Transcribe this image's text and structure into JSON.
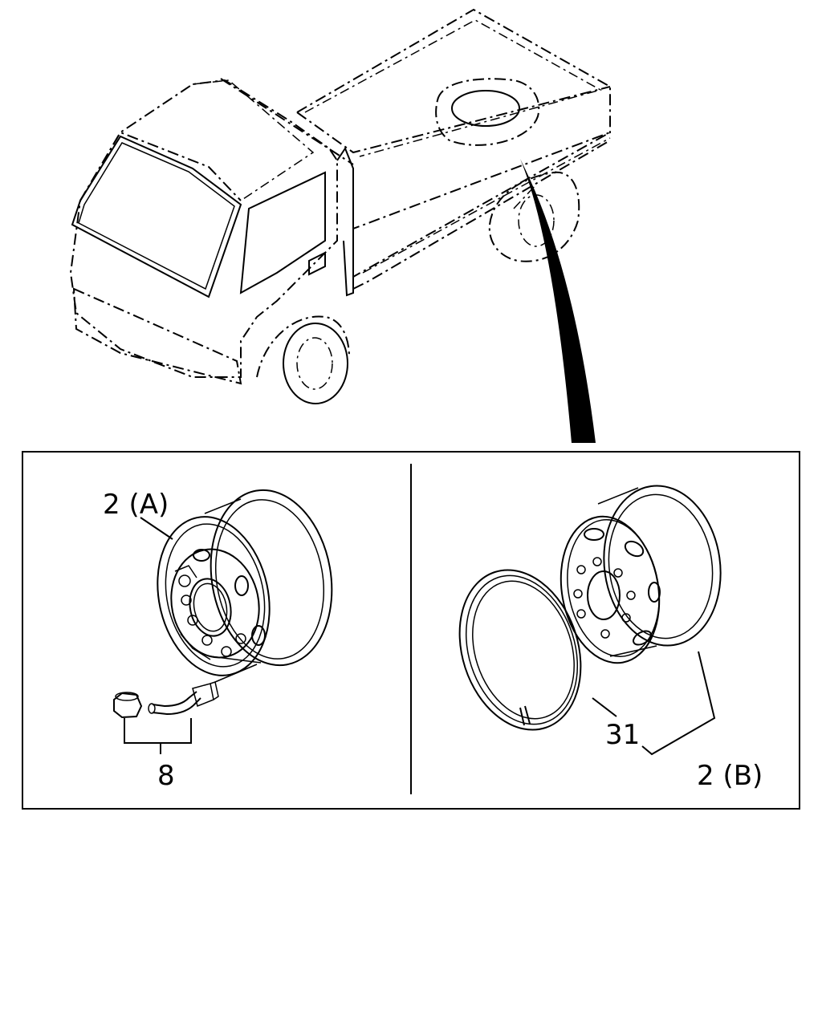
{
  "callouts": {
    "wheel_a": "2 (A)",
    "valve": "8",
    "ring": "31",
    "wheel_b": "2 (B)"
  }
}
